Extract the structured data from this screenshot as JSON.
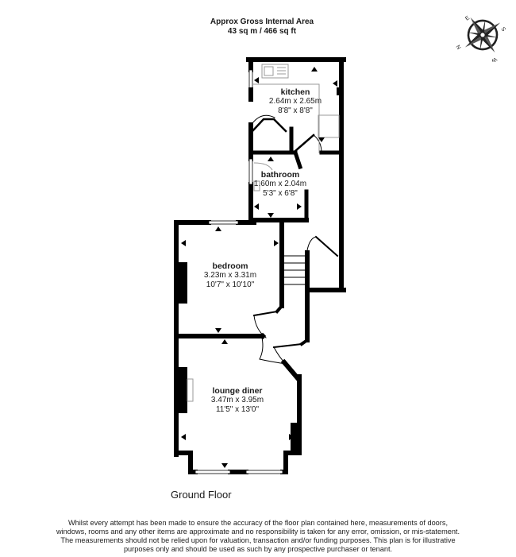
{
  "header": {
    "title": "Approx Gross Internal Area",
    "area": "43 sq m / 466 sq ft"
  },
  "compass": {
    "icon": "compass-rose-icon",
    "labels": {
      "n": "N",
      "e": "E",
      "s": "S",
      "w": "W"
    }
  },
  "rooms": [
    {
      "name": "kitchen",
      "metric": "2.64m x 2.65m",
      "imperial": "8'8\" x 8'8\""
    },
    {
      "name": "bathroom",
      "metric": "1.60m x 2.04m",
      "imperial": "5'3\" x 6'8\""
    },
    {
      "name": "bedroom",
      "metric": "3.23m x 3.31m",
      "imperial": "10'7\" x 10'10\""
    },
    {
      "name": "lounge diner",
      "metric": "3.47m x 3.95m",
      "imperial": "11'5\" x 13'0\""
    }
  ],
  "floor": {
    "title": "Ground Floor"
  },
  "disclaimer": "Whilst every attempt has been made to ensure the accuracy of the floor plan contained here, measurements of doors, windows, rooms and any other items are approximate and no responsibility is taken for any error, omission, or mis-statement. The measurements should not be relied upon for valuation, transaction and/or funding purposes. This plan is for illustrative purposes only and should be used as such by any prospective purchaser or tenant.",
  "colors": {
    "wall": "#000000",
    "fixture": "#9a9a9a",
    "background": "#ffffff"
  }
}
